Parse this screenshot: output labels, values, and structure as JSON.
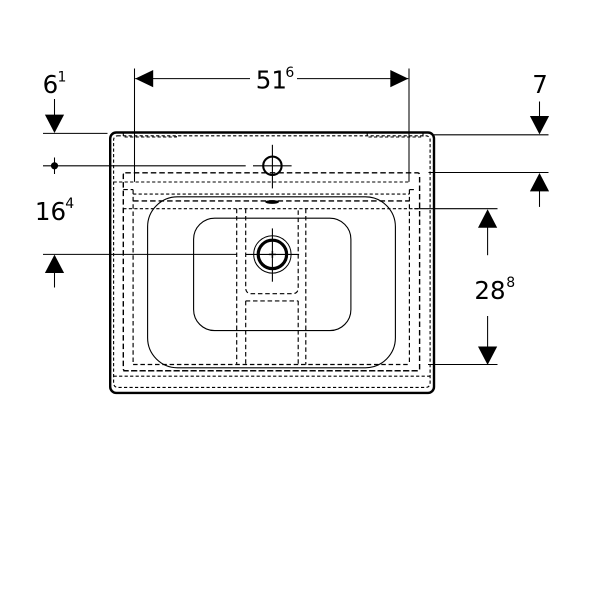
{
  "page": {
    "background": "#ffffff",
    "line_color": "#000000"
  },
  "drawing": {
    "type": "technical-dimension-drawing",
    "subject": "washbasin top view with tap hole and drain",
    "dims": {
      "width_top": {
        "main": "51",
        "sup": "6"
      },
      "edge_to_tap": {
        "main": "6",
        "sup": "1"
      },
      "tap_to_drain": {
        "main": "16",
        "sup": "4"
      },
      "rim_right": {
        "main": "7",
        "sup": ""
      },
      "bowl_right": {
        "main": "28",
        "sup": "8"
      }
    }
  }
}
